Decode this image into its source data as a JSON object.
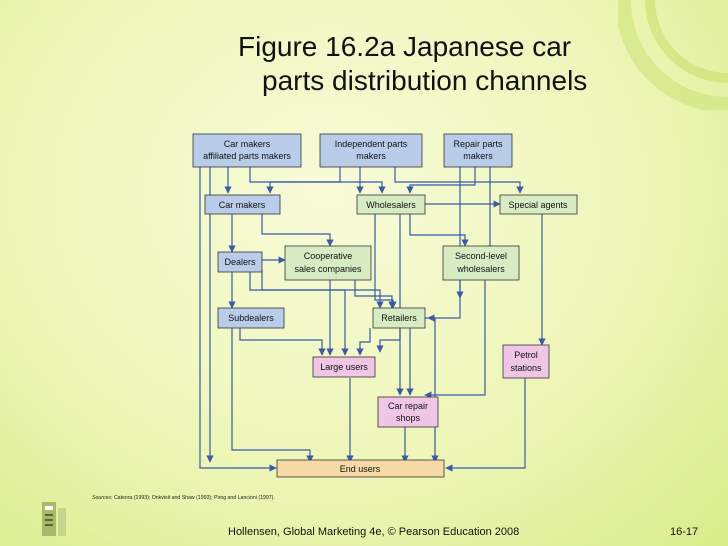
{
  "title_line1": "Figure 16.2a Japanese car",
  "title_line2": "parts distribution channels",
  "nodes": {
    "car_makers_affiliated": [
      "Car makers",
      "affiliated parts makers"
    ],
    "independent_parts": [
      "Independent parts",
      "makers"
    ],
    "repair_parts": [
      "Repair parts",
      "makers"
    ],
    "car_makers": [
      "Car makers"
    ],
    "wholesalers": [
      "Wholesalers"
    ],
    "special_agents": [
      "Special agents"
    ],
    "dealers": [
      "Dealers"
    ],
    "cooperative": [
      "Cooperative",
      "sales companies"
    ],
    "second_level": [
      "Second-level",
      "wholesalers"
    ],
    "subdealers": [
      "Subdealers"
    ],
    "retailers": [
      "Retailers"
    ],
    "large_users": [
      "Large users"
    ],
    "petrol": [
      "Petrol",
      "stations"
    ],
    "car_repair": [
      "Car repair",
      "shops"
    ],
    "end_users": [
      "End users"
    ]
  },
  "colors": {
    "blue_box": "#b9cdea",
    "green_box": "#d8ecc4",
    "pink_box": "#efc6e6",
    "orange_box": "#f7d9a6",
    "arrow": "#3b5aa8"
  },
  "sources_label": "Sources:",
  "sources_text": "Cateora (1993); Onkvisit and Shaw (1993); Pirog and Lancioni (1997).",
  "footer": "Hollensen, Global Marketing 4e, © Pearson Education 2008",
  "page_number": "16-17"
}
